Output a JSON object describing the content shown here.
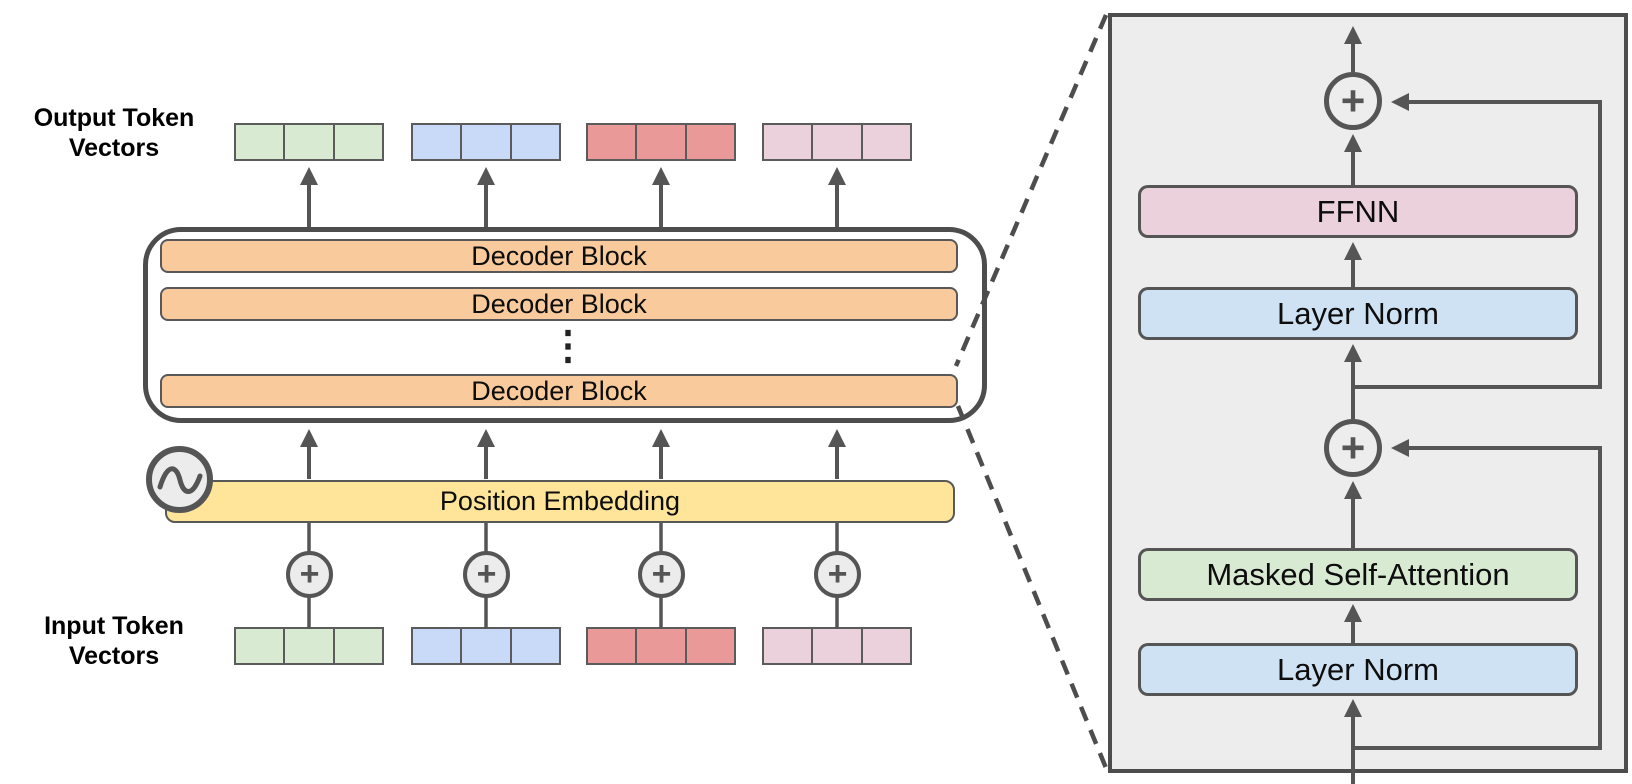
{
  "left_diagram": {
    "output_label_line1": "Output Token",
    "output_label_line2": "Vectors",
    "input_label_line1": "Input Token",
    "input_label_line2": "Vectors",
    "decoder_blocks": [
      "Decoder Block",
      "Decoder Block",
      "Decoder Block"
    ],
    "ellipsis": "⋮",
    "position_embedding_label": "Position Embedding",
    "tokens": [
      {
        "name": "green",
        "hex": "#d9ead3"
      },
      {
        "name": "blue",
        "hex": "#c9daf8"
      },
      {
        "name": "red",
        "hex": "#ea9999"
      },
      {
        "name": "pink",
        "hex": "#ead1dc"
      }
    ]
  },
  "detail_panel": {
    "boxes": [
      {
        "label": "FFNN",
        "color": "#ead1dc"
      },
      {
        "label": "Layer Norm",
        "color": "#cfe2f3"
      },
      {
        "label": "Masked Self-Attention",
        "color": "#d9ead3"
      },
      {
        "label": "Layer Norm",
        "color": "#cfe2f3"
      }
    ]
  },
  "icons": {
    "plus": "+"
  },
  "colors": {
    "decoder_bar": "#f9cb9c",
    "position_embedding": "#ffe599",
    "panel_background": "#ededed",
    "outline": "#555555",
    "background": "#ffffff"
  }
}
